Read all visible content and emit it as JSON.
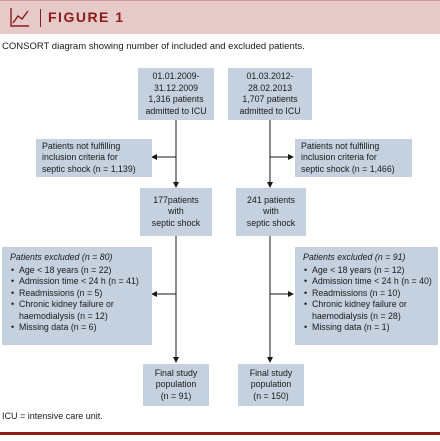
{
  "header": {
    "title": "FIGURE 1",
    "icon": "line-chart-icon",
    "accent_color": "#8b1a1a",
    "band_color": "#e6c9c9"
  },
  "caption": "CONSORT diagram showing number of included and excluded patients.",
  "box_color": "#c5d1de",
  "left": {
    "start": [
      "01.01.2009-",
      "31.12.2009",
      "1,316 patients",
      "admitted to ICU"
    ],
    "not_fulfilling": [
      "Patients not fulfilling",
      "inclusion criteria for",
      "septic shock (n = 1,139)"
    ],
    "septic": [
      "177patients",
      "with",
      "septic shock"
    ],
    "excluded": {
      "title": "Patients excluded (n = 80)",
      "items": [
        [
          "Age < 18 years (n = 22)"
        ],
        [
          "Admission time < 24 h (n = 41)"
        ],
        [
          "Readmissions (n = 5)"
        ],
        [
          "Chronic kidney failure or",
          "haemodialysis (n = 12)"
        ],
        [
          "Missing data (n = 6)"
        ]
      ]
    },
    "final": [
      "Final study",
      "population",
      "(n = 91)"
    ]
  },
  "right": {
    "start": [
      "01.03.2012-",
      "28.02.2013",
      "1,707 patients",
      "admitted to ICU"
    ],
    "not_fulfilling": [
      "Patients not fulfilling",
      "inclusion criteria for",
      "septic shock (n = 1,466)"
    ],
    "septic": [
      "241 patients",
      "with",
      "septic shock"
    ],
    "excluded": {
      "title": "Patients excluded (n = 91)",
      "items": [
        [
          "Age < 18 years (n = 12)"
        ],
        [
          "Admission time < 24 h (n = 40)"
        ],
        [
          "Readmissions (n = 10)"
        ],
        [
          "Chronic kidney failure or",
          "haemodialysis (n = 28)"
        ],
        [
          "Missing data (n = 1)"
        ]
      ]
    },
    "final": [
      "Final study",
      "population",
      "(n = 150)"
    ]
  },
  "footnote": "ICU = intensive care unit."
}
